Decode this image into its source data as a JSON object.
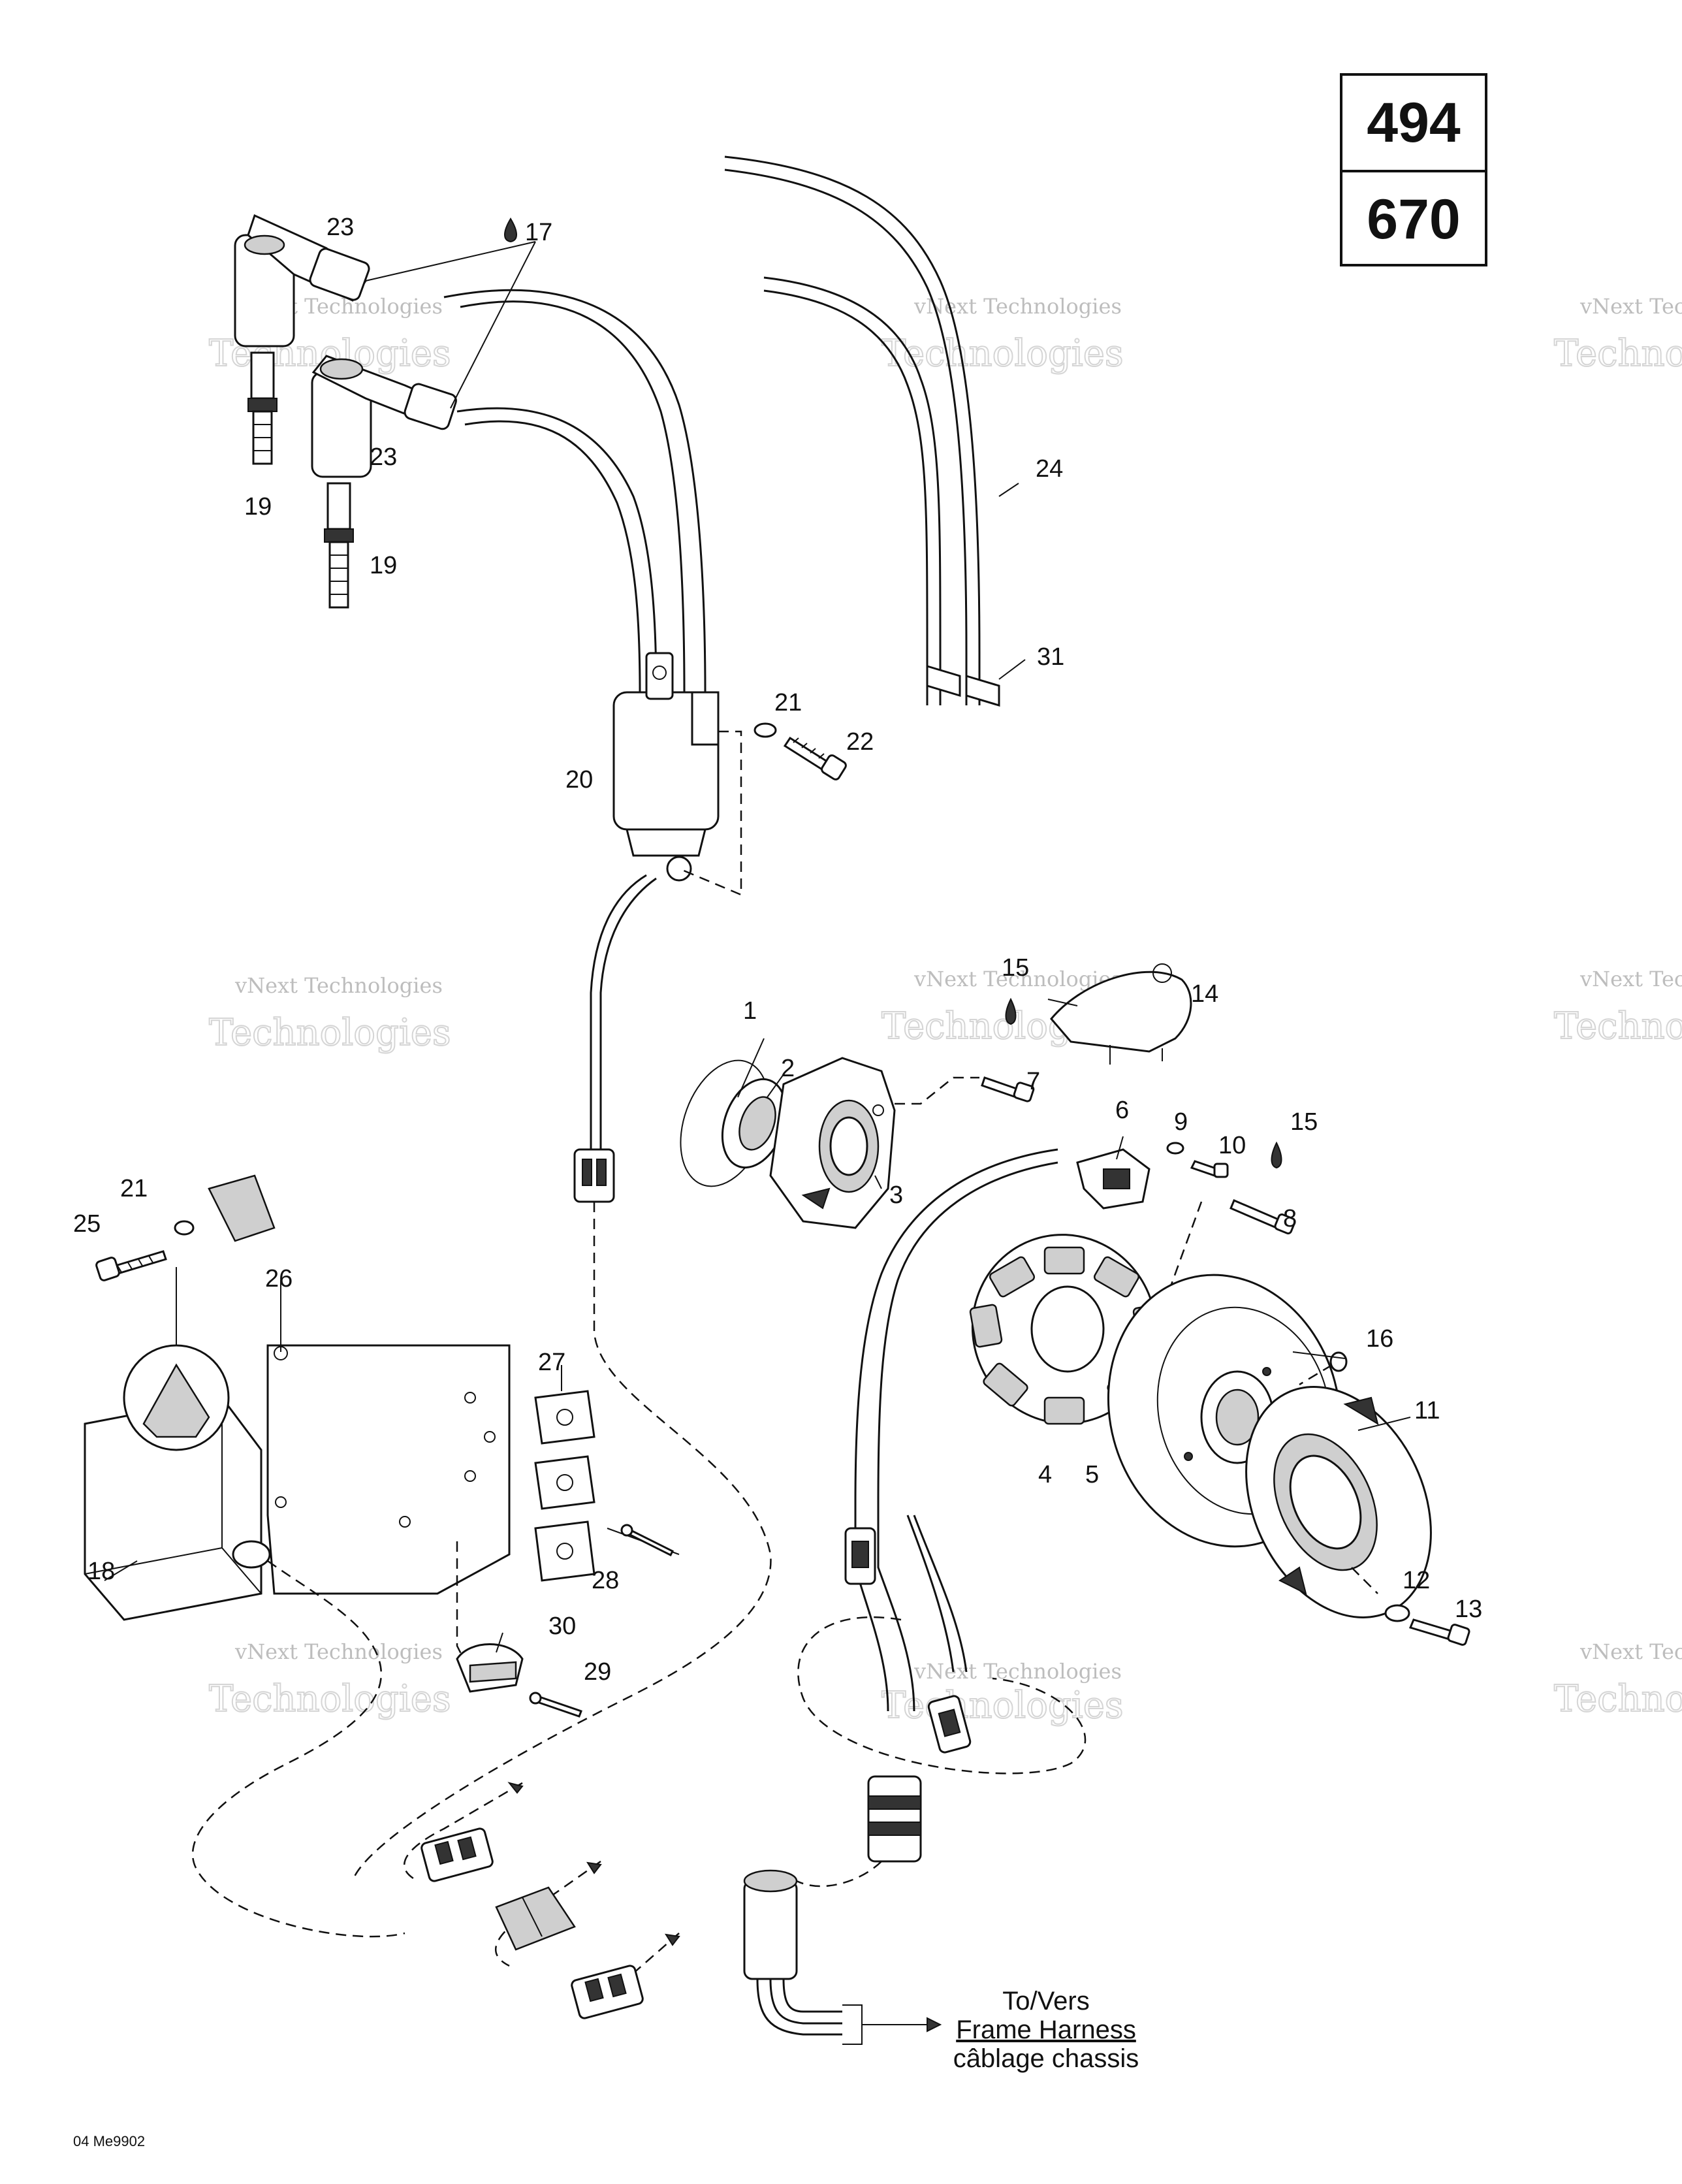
{
  "models": [
    "494",
    "670"
  ],
  "watermark": {
    "line1": "vNext Technologies",
    "line2": "Technologies",
    "corner": "vNext"
  },
  "harness_note": {
    "line1": "To/Vers",
    "line2": "Frame Harness",
    "line3": "câblage chassis"
  },
  "doc_code": "04 Me9902",
  "callouts": [
    "1",
    "2",
    "3",
    "4",
    "5",
    "6",
    "7",
    "8",
    "9",
    "10",
    "11",
    "12",
    "13",
    "14",
    "15",
    "15",
    "16",
    "17",
    "18",
    "19",
    "19",
    "20",
    "21",
    "21",
    "22",
    "23",
    "23",
    "24",
    "25",
    "26",
    "27",
    "28",
    "29",
    "30",
    "31"
  ]
}
